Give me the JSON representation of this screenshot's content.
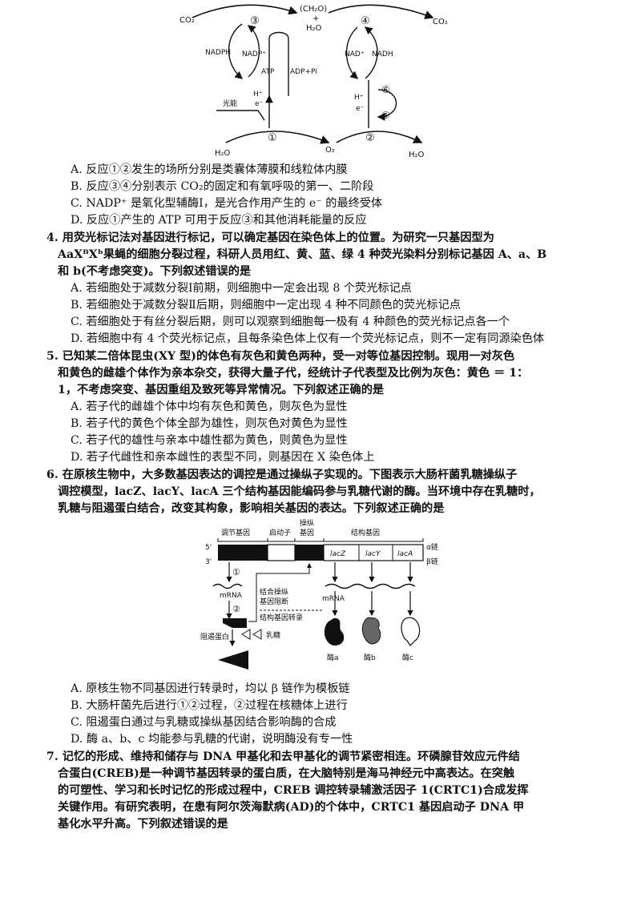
{
  "figure1": {
    "co2_left": "CO₂",
    "co2_right": "CO₂",
    "ch2o": "(CH₂O)",
    "plus": "+",
    "h2o_top": "H₂O",
    "circle3": "③",
    "circle4": "④",
    "nadph": "NADPH",
    "nadp_plus": "NADP⁺",
    "atp": "ATP",
    "adp_pi": "ADP+Pi",
    "nad_plus": "NAD⁺",
    "nadh": "NADH",
    "h_plus_left": "H⁺",
    "e_left": "e⁻",
    "h_plus_right": "H⁺",
    "e_right": "e⁻",
    "circle6": "⑥",
    "circle5": "⑤",
    "light": "光能",
    "h2o_bottom_left": "H₂O",
    "circle1": "①",
    "o2": "O₂",
    "circle2": "②",
    "h2o_bottom_right": "H₂O"
  },
  "q3_options": [
    "A. 反应①②发生的场所分别是类囊体薄膜和线粒体内膜",
    "B. 反应③④分别表示 CO₂的固定和有氧呼吸的第一、二阶段",
    "C. NADP⁺ 是氧化型辅酶Ⅰ，是光合作用产生的 e⁻ 的最终受体",
    "D. 反应①产生的 ATP 可用于反应③和其他消耗能量的反应"
  ],
  "q4": {
    "stem": [
      "4. 用荧光标记法对基因进行标记，可以确定基因在染色体上的位置。为研究一只基因型为",
      "AaXᴮXᵇ果蝇的细胞分裂过程，科研人员用红、黄、蓝、绿 4 种荧光染料分别标记基因 A、a、B",
      "和 b(不考虑突变)。下列叙述错误的是"
    ],
    "options": [
      "A. 若细胞处于减数分裂Ⅰ前期，则细胞中一定会出现 8 个荧光标记点",
      "B. 若细胞处于减数分裂Ⅱ后期，则细胞中一定出现 4 种不同颜色的荧光标记点",
      "C. 若细胞处于有丝分裂后期，则可以观察到细胞每一极有 4 种颜色的荧光标记点各一个",
      "D. 若细胞中有 4 个荧光标记点，且每条染色体上仅有一个荧光标记点，则不一定有同源染色体"
    ]
  },
  "q5": {
    "stem": [
      "5. 已知某二倍体昆虫(XY 型)的体色有灰色和黄色两种，受一对等位基因控制。现用一对灰色",
      "和黄色的雌雄个体作为亲本杂交，获得大量子代，经统计子代表型及比例为灰色：黄色 ＝ 1：",
      "1，不考虑突变、基因重组及致死等异常情况。下列叙述正确的是"
    ],
    "options": [
      "A. 若子代的雌雄个体中均有灰色和黄色，则灰色为显性",
      "B. 若子代的黄色个体全部为雄性，则灰色对黄色为显性",
      "C. 若子代的雄性与亲本中雄性都为黄色，则黄色为显性",
      "D. 若子代雌性和亲本雌性的表型不同，则基因在 X 染色体上"
    ]
  },
  "q6": {
    "stem": [
      "6. 在原核生物中，大多数基因表达的调控是通过操纵子实现的。下图表示大肠杆菌乳糖操纵子",
      "调控模型，lacZ、lacY、lacA 三个结构基因能编码参与乳糖代谢的酶。当环境中存在乳糖时，",
      "乳糖与阻遏蛋白结合，改变其构象，影响相关基因的表达。下列叙述正确的是"
    ],
    "options": [
      "A. 原核生物不同基因进行转录时，均以 β 链作为模板链",
      "B. 大肠杆菌先后进行①②过程，②过程在核糖体上进行",
      "C. 阻遏蛋白通过与乳糖或操纵基因结合影响酶的合成",
      "D. 酶 a、b、c 均能参与乳糖的代谢，说明酶没有专一性"
    ]
  },
  "figure2": {
    "operator_line1": "操纵",
    "operator_line2": "基因",
    "regulator": "调节基因",
    "promoter": "启动子",
    "structural": "结构基因",
    "five_prime": "5'",
    "three_prime": "3'",
    "alpha": "α链",
    "beta": "β链",
    "lacz": "lacZ",
    "lacy": "lacY",
    "laca": "lacA",
    "circle1": "①",
    "mrna_left": "mRNA",
    "circle2": "②",
    "bind_line1": "结合操纵",
    "bind_line2": "基因阻断",
    "bind_line3": "结构基因转录",
    "repressor": "阻遏蛋白",
    "lactose": "乳糖",
    "mrna_right": "mRNA",
    "enzyme_a": "酶a",
    "enzyme_b": "酶b",
    "enzyme_c": "酶c"
  },
  "q7": {
    "stem": [
      "7. 记忆的形成、维持和储存与 DNA 甲基化和去甲基化的调节紧密相连。环磷腺苷效应元件结",
      "合蛋白(CREB)是一种调节基因转录的蛋白质，在大脑特别是海马神经元中高表达。在突触",
      "的可塑性、学习和长时记忆的形成过程中，CREB 调控转录辅激活因子 1(CRTC1)合成发挥",
      "关键作用。有研究表明，在患有阿尔茨海默病(AD)的个体中，CRTC1 基因启动子 DNA 甲",
      "基化水平升高。下列叙述错误的是"
    ]
  }
}
